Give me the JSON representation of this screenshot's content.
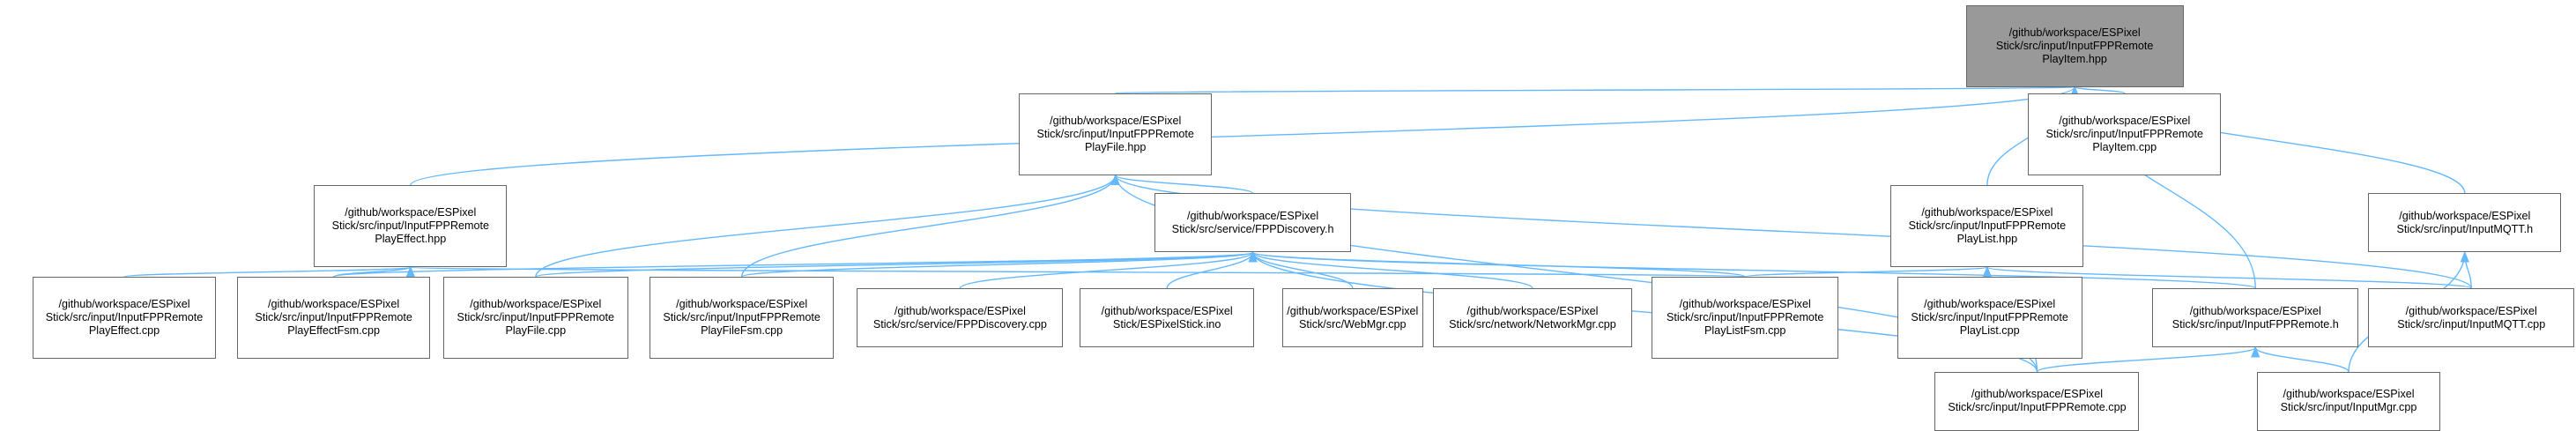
{
  "colors": {
    "edge": "#63b8ff",
    "root_fill": "#999999",
    "node_border": "#666666",
    "node_fill": "#ffffff"
  },
  "nodes": [
    {
      "id": "root",
      "lines": [
        "/github/workspace/ESPixel",
        "Stick/src/input/InputFPPRemote",
        "PlayItem.hpp"
      ],
      "root": true
    },
    {
      "id": "playfile_hpp",
      "lines": [
        "/github/workspace/ESPixel",
        "Stick/src/input/InputFPPRemote",
        "PlayFile.hpp"
      ]
    },
    {
      "id": "playitem_cpp",
      "lines": [
        "/github/workspace/ESPixel",
        "Stick/src/input/InputFPPRemote",
        "PlayItem.cpp"
      ]
    },
    {
      "id": "playeffect_hpp",
      "lines": [
        "/github/workspace/ESPixel",
        "Stick/src/input/InputFPPRemote",
        "PlayEffect.hpp"
      ]
    },
    {
      "id": "fppdiscovery_h",
      "lines": [
        "/github/workspace/ESPixel",
        "Stick/src/service/FPPDiscovery.h"
      ]
    },
    {
      "id": "playlist_hpp",
      "lines": [
        "/github/workspace/ESPixel",
        "Stick/src/input/InputFPPRemote",
        "PlayList.hpp"
      ]
    },
    {
      "id": "inputmqtt_h",
      "lines": [
        "/github/workspace/ESPixel",
        "Stick/src/input/InputMQTT.h"
      ]
    },
    {
      "id": "playeffect_cpp",
      "lines": [
        "/github/workspace/ESPixel",
        "Stick/src/input/InputFPPRemote",
        "PlayEffect.cpp"
      ]
    },
    {
      "id": "playeffectfsm_cpp",
      "lines": [
        "/github/workspace/ESPixel",
        "Stick/src/input/InputFPPRemote",
        "PlayEffectFsm.cpp"
      ]
    },
    {
      "id": "playfile_cpp",
      "lines": [
        "/github/workspace/ESPixel",
        "Stick/src/input/InputFPPRemote",
        "PlayFile.cpp"
      ]
    },
    {
      "id": "playfilefsm_cpp",
      "lines": [
        "/github/workspace/ESPixel",
        "Stick/src/input/InputFPPRemote",
        "PlayFileFsm.cpp"
      ]
    },
    {
      "id": "fppdiscovery_cpp",
      "lines": [
        "/github/workspace/ESPixel",
        "Stick/src/service/FPPDiscovery.cpp"
      ]
    },
    {
      "id": "espixelstick_ino",
      "lines": [
        "/github/workspace/ESPixel",
        "Stick/ESPixelStick.ino"
      ]
    },
    {
      "id": "webmgr_cpp",
      "lines": [
        "/github/workspace/ESPixel",
        "Stick/src/WebMgr.cpp"
      ]
    },
    {
      "id": "networkmgr_cpp",
      "lines": [
        "/github/workspace/ESPixel",
        "Stick/src/network/NetworkMgr.cpp"
      ]
    },
    {
      "id": "playlistfsm_cpp",
      "lines": [
        "/github/workspace/ESPixel",
        "Stick/src/input/InputFPPRemote",
        "PlayListFsm.cpp"
      ]
    },
    {
      "id": "playlist_cpp",
      "lines": [
        "/github/workspace/ESPixel",
        "Stick/src/input/InputFPPRemote",
        "PlayList.cpp"
      ]
    },
    {
      "id": "inputfppremote_h",
      "lines": [
        "/github/workspace/ESPixel",
        "Stick/src/input/InputFPPRemote.h"
      ]
    },
    {
      "id": "inputmqtt_cpp",
      "lines": [
        "/github/workspace/ESPixel",
        "Stick/src/input/InputMQTT.cpp"
      ]
    },
    {
      "id": "inputfppremote_cpp",
      "lines": [
        "/github/workspace/ESPixel",
        "Stick/src/input/InputFPPRemote.cpp"
      ]
    },
    {
      "id": "inputmgr_cpp",
      "lines": [
        "/github/workspace/ESPixel",
        "Stick/src/input/InputMgr.cpp"
      ]
    }
  ],
  "edges": [
    [
      "playfile_hpp",
      "root"
    ],
    [
      "playitem_cpp",
      "root"
    ],
    [
      "playeffect_hpp",
      "root"
    ],
    [
      "playlist_hpp",
      "root"
    ],
    [
      "inputmqtt_h",
      "root"
    ],
    [
      "inputfppremote_h",
      "root"
    ],
    [
      "fppdiscovery_h",
      "playfile_hpp"
    ],
    [
      "playfile_cpp",
      "playfile_hpp"
    ],
    [
      "playfilefsm_cpp",
      "playfile_hpp"
    ],
    [
      "inputfppremote_cpp",
      "playfile_hpp"
    ],
    [
      "inputmqtt_cpp",
      "playfile_hpp"
    ],
    [
      "playeffect_cpp",
      "playeffect_hpp"
    ],
    [
      "playeffectfsm_cpp",
      "playeffect_hpp"
    ],
    [
      "playlistfsm_cpp",
      "playeffect_hpp"
    ],
    [
      "playeffectfsm_cpp",
      "fppdiscovery_h"
    ],
    [
      "playfile_cpp",
      "fppdiscovery_h"
    ],
    [
      "playfilefsm_cpp",
      "fppdiscovery_h"
    ],
    [
      "fppdiscovery_cpp",
      "fppdiscovery_h"
    ],
    [
      "espixelstick_ino",
      "fppdiscovery_h"
    ],
    [
      "webmgr_cpp",
      "fppdiscovery_h"
    ],
    [
      "networkmgr_cpp",
      "fppdiscovery_h"
    ],
    [
      "playlistfsm_cpp",
      "fppdiscovery_h"
    ],
    [
      "inputfppremote_h",
      "fppdiscovery_h"
    ],
    [
      "inputfppremote_cpp",
      "fppdiscovery_h"
    ],
    [
      "playlistfsm_cpp",
      "playlist_hpp"
    ],
    [
      "playlist_cpp",
      "playlist_hpp"
    ],
    [
      "inputmqtt_cpp",
      "playlist_hpp"
    ],
    [
      "inputfppremote_cpp",
      "playlist_hpp"
    ],
    [
      "inputmqtt_cpp",
      "inputmqtt_h"
    ],
    [
      "inputmgr_cpp",
      "inputmqtt_h"
    ],
    [
      "inputfppremote_cpp",
      "inputfppremote_h"
    ],
    [
      "inputmgr_cpp",
      "inputfppremote_h"
    ]
  ]
}
